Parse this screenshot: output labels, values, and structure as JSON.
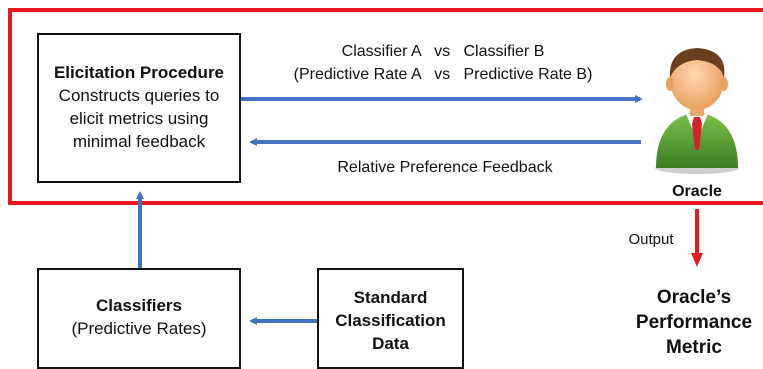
{
  "elicitation": {
    "title": "Elicitation Procedure",
    "desc_lines": [
      "Constructs queries to",
      "elicit metrics using",
      "minimal feedback"
    ]
  },
  "query": {
    "line1": "Classifier A   vs   Classifier B",
    "line2": "(Predictive Rate A   vs   Predictive Rate B)"
  },
  "feedback_label": "Relative Preference Feedback",
  "oracle_label": "Oracle",
  "output_label": "Output",
  "metric_lines": [
    "Oracle’s",
    "Performance",
    "Metric"
  ],
  "classifiers": {
    "title": "Classifiers",
    "desc": "(Predictive Rates)"
  },
  "standard_data": {
    "lines": [
      "Standard",
      "Classification",
      "Data"
    ]
  },
  "colors": {
    "frame": "#e8191f",
    "arrow": "#4472c4",
    "output_arrow": "#e8191f"
  }
}
